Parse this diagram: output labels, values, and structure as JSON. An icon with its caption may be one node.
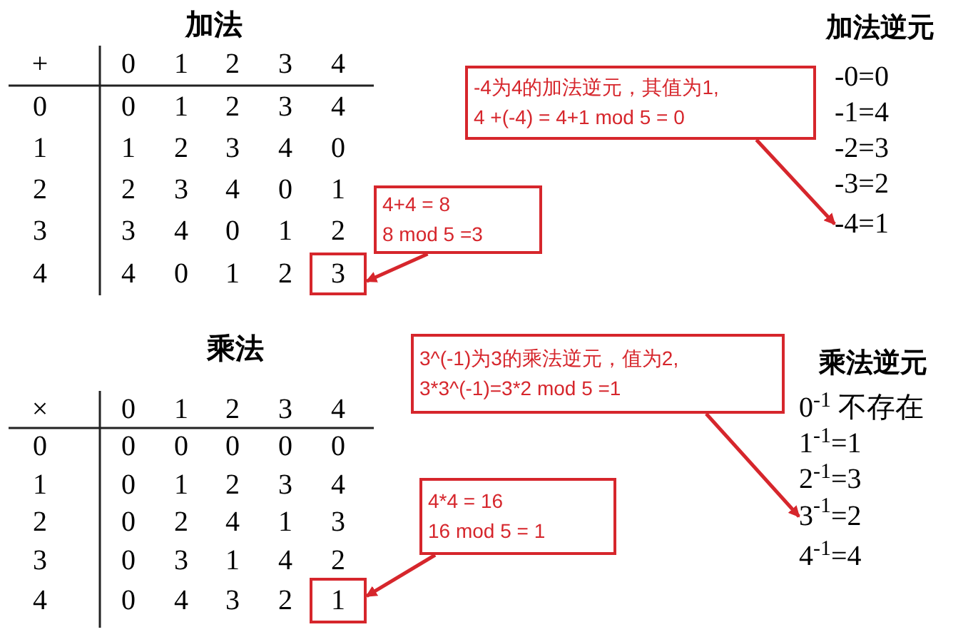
{
  "diagram": {
    "nodes": [
      {
        "text": [
          "4+4 = 8",
          "8 mod 5 =3"
        ]
      },
      {
        "text": [
          "3"
        ]
      },
      {
        "text": [
          "-4为4的加法逆元，其值为1,",
          "4 +(-4) = 4+1 mod 5 = 0"
        ]
      },
      {
        "text": [
          "-4=1"
        ]
      },
      {
        "text": [
          "3^(-1)为3的乘法逆元，值为2,",
          "3*3^(-1)=3*2 mod 5 =1"
        ]
      },
      {
        "text": [
          "3$^{-1}$=2"
        ]
      },
      {
        "text": [
          "4*4 = 16",
          "16 mod 5 = 1"
        ]
      },
      {
        "text": [
          "1"
        ]
      }
    ],
    "edges": [
      {
        "from": 0,
        "to": 1,
        "arrow": "to"
      },
      {
        "from": 2,
        "to": 3,
        "arrow": "to"
      },
      {
        "from": 4,
        "to": 5,
        "arrow": "to"
      },
      {
        "from": 6,
        "to": 7,
        "arrow": "to"
      }
    ],
    "labels": [
      "加法",
      "+",
      "0",
      "1",
      "2",
      "3",
      "4",
      "0",
      "0",
      "1",
      "2",
      "3",
      "4",
      "1",
      "1",
      "2",
      "3",
      "4",
      "0",
      "2",
      "2",
      "3",
      "4",
      "0",
      "1",
      "3",
      "3",
      "4",
      "0",
      "1",
      "2",
      "4",
      "4",
      "0",
      "1",
      "2",
      "加法逆元",
      "-0=0",
      "-1=4",
      "-2=3",
      "-3=2",
      "乘法",
      "×",
      "0",
      "1",
      "2",
      "3",
      "4",
      "0",
      "0",
      "0",
      "0",
      "0",
      "0",
      "1",
      "0",
      "1",
      "2",
      "3",
      "4",
      "2",
      "0",
      "2",
      "4",
      "1",
      "3",
      "3",
      "0",
      "3",
      "1",
      "4",
      "2",
      "4",
      "0",
      "4",
      "3",
      "2",
      "乘法逆元",
      "0$^{-1}$ 不存在",
      "1$^{-1}$=1",
      "2$^{-1}$=3",
      "4$^{-1}$=4"
    ]
  }
}
